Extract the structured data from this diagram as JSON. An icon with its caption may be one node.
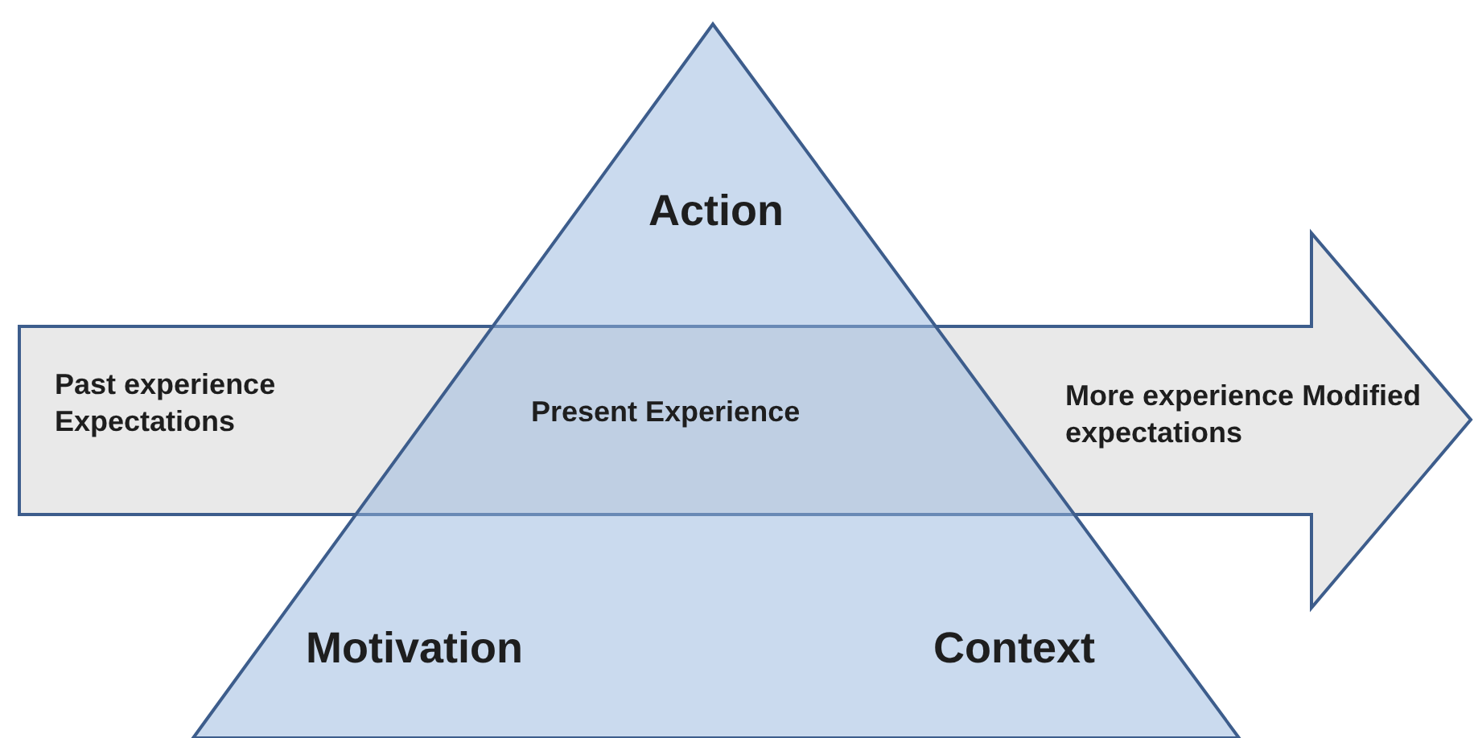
{
  "diagram": {
    "nodes": [
      {
        "text": [
          "Action",
          "Motivation",
          "Context"
        ]
      },
      {
        "text": [
          "Past experience Expectations",
          "Present Experience",
          "More experience Modified expectations"
        ]
      }
    ]
  }
}
